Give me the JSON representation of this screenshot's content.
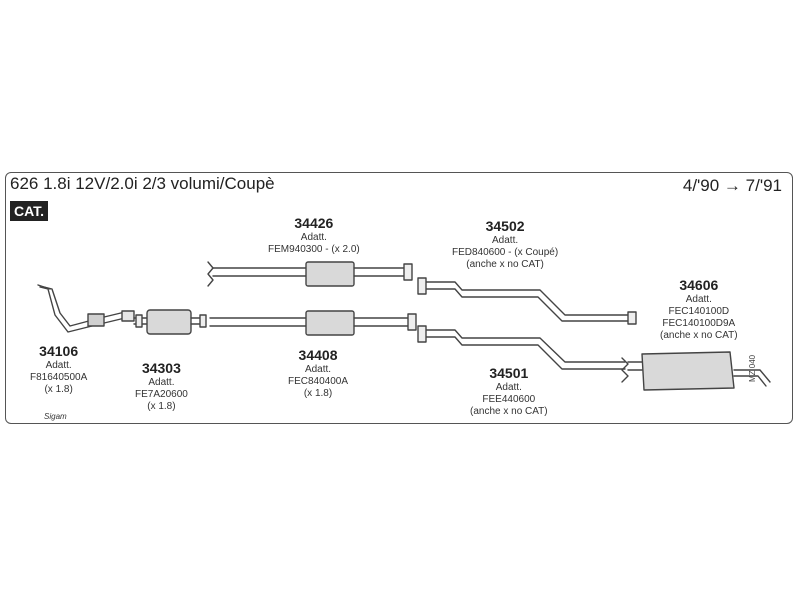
{
  "header": {
    "title": "626 1.8i 12V/2.0i 2/3 volumi/Coupè",
    "date_range": "4/'90 → 7/'91",
    "badge": "CAT."
  },
  "parts": [
    {
      "number": "34106",
      "lines": [
        "Adatt.",
        "F81640500A",
        "(x 1.8)"
      ]
    },
    {
      "number": "34303",
      "lines": [
        "Adatt.",
        "FE7A20600",
        "(x 1.8)"
      ]
    },
    {
      "number": "34426",
      "lines": [
        "Adatt.",
        "FEM940300 - (x 2.0)"
      ]
    },
    {
      "number": "34408",
      "lines": [
        "Adatt.",
        "FEC840400A",
        "(x 1.8)"
      ]
    },
    {
      "number": "34502",
      "lines": [
        "Adatt.",
        "FED840600 - (x Coupé)",
        "(anche x no CAT)"
      ]
    },
    {
      "number": "34501",
      "lines": [
        "Adatt.",
        "FEE440600",
        "(anche x no CAT)"
      ]
    },
    {
      "number": "34606",
      "lines": [
        "Adatt.",
        "FEC140100D",
        "FEC140100D9A",
        "(anche x no CAT)"
      ]
    }
  ],
  "footer": {
    "diagram_code": "MZ 040",
    "brand": "Sigam"
  }
}
